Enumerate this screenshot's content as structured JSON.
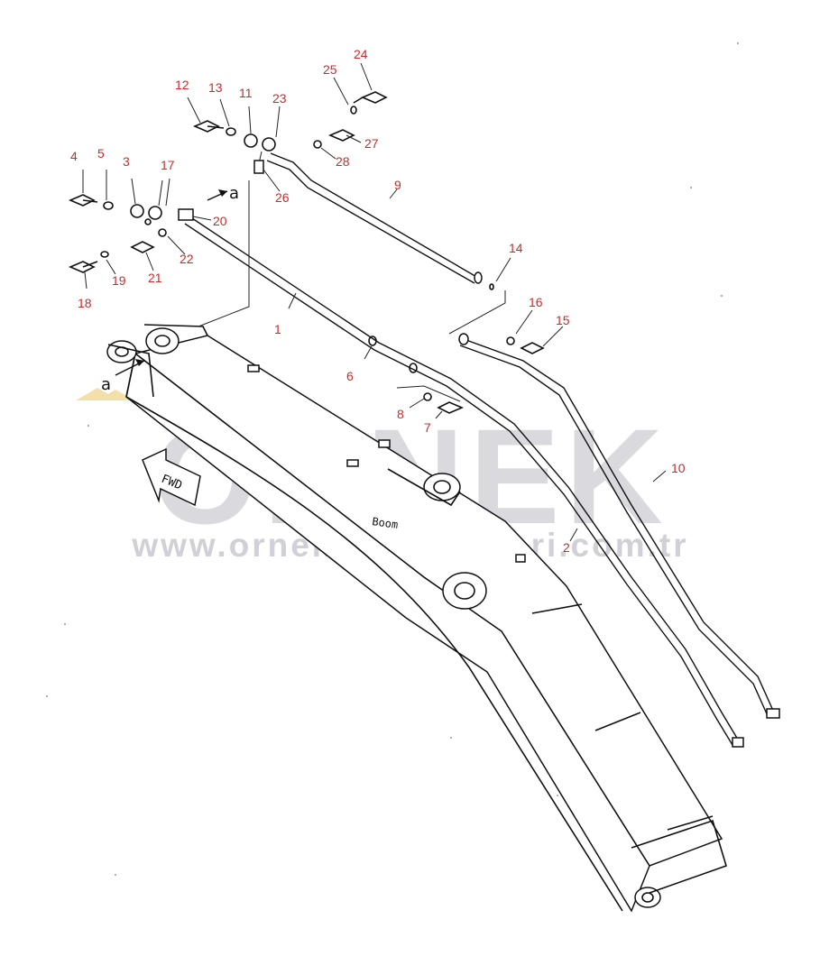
{
  "diagram": {
    "callouts": [
      {
        "id": "1",
        "text": "1"
      },
      {
        "id": "2",
        "text": "2"
      },
      {
        "id": "3",
        "text": "3"
      },
      {
        "id": "4",
        "text": "4"
      },
      {
        "id": "5",
        "text": "5"
      },
      {
        "id": "6",
        "text": "6"
      },
      {
        "id": "7",
        "text": "7"
      },
      {
        "id": "8",
        "text": "8"
      },
      {
        "id": "9",
        "text": "9"
      },
      {
        "id": "10",
        "text": "10"
      },
      {
        "id": "11",
        "text": "11"
      },
      {
        "id": "12",
        "text": "12"
      },
      {
        "id": "13",
        "text": "13"
      },
      {
        "id": "14",
        "text": "14"
      },
      {
        "id": "15",
        "text": "15"
      },
      {
        "id": "16",
        "text": "16"
      },
      {
        "id": "17",
        "text": "17"
      },
      {
        "id": "18",
        "text": "18"
      },
      {
        "id": "19",
        "text": "19"
      },
      {
        "id": "20",
        "text": "20"
      },
      {
        "id": "21",
        "text": "21"
      },
      {
        "id": "22",
        "text": "22"
      },
      {
        "id": "23",
        "text": "23"
      },
      {
        "id": "24",
        "text": "24"
      },
      {
        "id": "25",
        "text": "25"
      },
      {
        "id": "26",
        "text": "26"
      },
      {
        "id": "27",
        "text": "27"
      },
      {
        "id": "28",
        "text": "28"
      }
    ],
    "view_marker_top": "a",
    "view_marker_left": "a",
    "fwd_label": "FWD",
    "boom_label": "Boom",
    "colors": {
      "callout": "#cc2a2a",
      "line": "#111111",
      "watermark": "#d8d8dc",
      "watermark_accent": "#f3e0a8"
    }
  },
  "watermark": {
    "brand": "ÖRNEK",
    "url": "www.ornekismakinalari.com.tr"
  }
}
